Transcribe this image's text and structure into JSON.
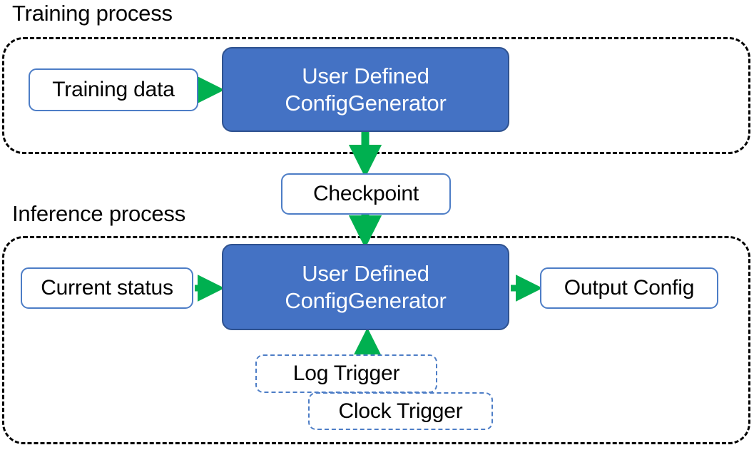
{
  "diagram": {
    "title_training": "Training process",
    "title_inference": "Inference process",
    "groups": [
      {
        "id": "training",
        "caption": "Training process"
      },
      {
        "id": "inference",
        "caption": "Inference process"
      }
    ],
    "nodes": {
      "training_data": {
        "label": "Training data",
        "style": "outline"
      },
      "train_generator": {
        "line1": "User Defined",
        "line2": "ConfigGenerator",
        "style": "filled"
      },
      "checkpoint": {
        "label": "Checkpoint",
        "style": "outline"
      },
      "current_status": {
        "label": "Current status",
        "style": "outline"
      },
      "infer_generator": {
        "line1": "User Defined",
        "line2": "ConfigGenerator",
        "style": "filled"
      },
      "output_config": {
        "label": "Output Config",
        "style": "outline"
      },
      "log_trigger": {
        "label": "Log Trigger",
        "style": "dashed"
      },
      "clock_trigger": {
        "label": "Clock Trigger",
        "style": "dashed"
      }
    },
    "edges": [
      {
        "from": "training_data",
        "to": "train_generator"
      },
      {
        "from": "train_generator",
        "to": "checkpoint"
      },
      {
        "from": "checkpoint",
        "to": "infer_generator"
      },
      {
        "from": "current_status",
        "to": "infer_generator"
      },
      {
        "from": "infer_generator",
        "to": "output_config"
      },
      {
        "from": "log_trigger",
        "to": "infer_generator"
      }
    ],
    "colors": {
      "accent_blue": "#4472C4",
      "accent_blue_dark": "#2F528F",
      "outline_blue": "#4D7DC6",
      "arrow_green": "#00B050",
      "group_border": "#000000",
      "text_dark": "#000000",
      "text_light": "#FFFFFF",
      "background": "#FFFFFF"
    }
  }
}
